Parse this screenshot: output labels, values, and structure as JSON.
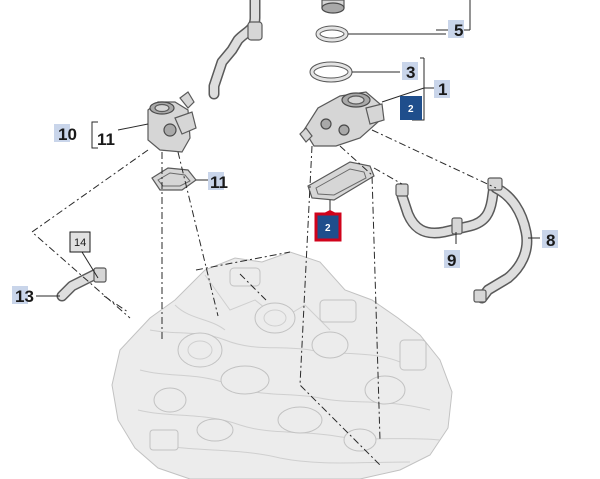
{
  "labels": {
    "l1": "1",
    "l2_blue": "2",
    "l2_red": "2",
    "l3": "3",
    "l5": "5",
    "l8": "8",
    "l9": "9",
    "l10": "10",
    "l11_a": "11",
    "l11_b": "11",
    "l13": "13",
    "l14": "14"
  },
  "colors": {
    "label_bg": "#c9d5ea",
    "badge_blue": "#1f4e8c",
    "badge_red_border": "#d0021b"
  }
}
